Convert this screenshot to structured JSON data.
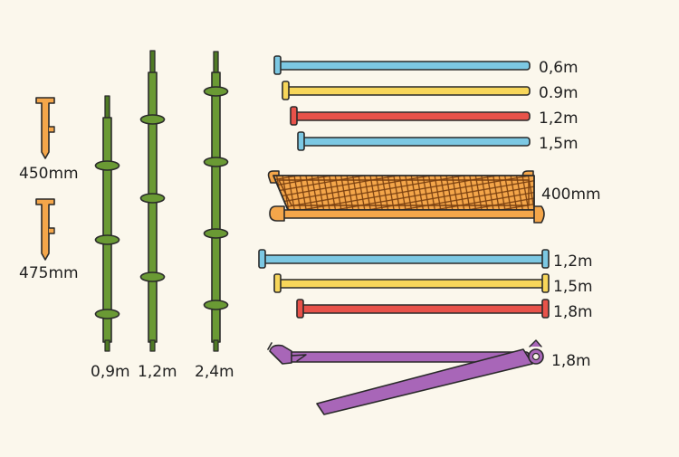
{
  "colors": {
    "background": "#fbf7ec",
    "outline": "#2a2a2a",
    "green": "#6a9a34",
    "green_dark": "#4f7a24",
    "orange": "#f4a64a",
    "blue": "#7cc8e3",
    "yellow": "#f7d65a",
    "red": "#e8524a",
    "purple": "#a866b8"
  },
  "base_jacks": [
    {
      "label": "450mm"
    },
    {
      "label": "475mm"
    }
  ],
  "standards": [
    {
      "label": "0,9m"
    },
    {
      "label": "1,2m"
    },
    {
      "label": "2,4m"
    }
  ],
  "transoms": [
    {
      "label": "0,6m",
      "color": "#7cc8e3"
    },
    {
      "label": "0.9m",
      "color": "#f7d65a"
    },
    {
      "label": "1,2m",
      "color": "#e8524a"
    },
    {
      "label": "1,5m",
      "color": "#7cc8e3"
    }
  ],
  "platform": {
    "label": "400mm",
    "color": "#f4a64a"
  },
  "ledgers": [
    {
      "label": "1,2m",
      "color": "#7cc8e3"
    },
    {
      "label": "1,5m",
      "color": "#f7d65a"
    },
    {
      "label": "1,8m",
      "color": "#e8524a"
    }
  ],
  "diagonal_brace": {
    "label": "1,8m",
    "color": "#a866b8"
  }
}
